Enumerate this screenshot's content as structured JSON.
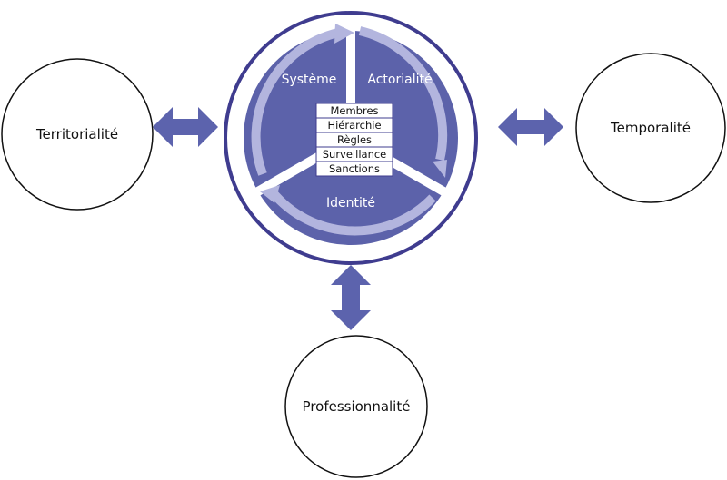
{
  "diagram": {
    "center": {
      "sectors": {
        "left": "Système",
        "right": "Actorialité",
        "bottom": "Identité"
      },
      "components": [
        "Membres",
        "Hiérarchie",
        "Règles",
        "Surveillance",
        "Sanctions"
      ]
    },
    "satellites": {
      "left": "Territorialité",
      "right": "Temporalité",
      "bottom": "Professionnalité"
    },
    "colors": {
      "ring": "#3f3c8f",
      "sector_fill": "#5c62aa",
      "cycle_arrow": "#b3b5de",
      "connector_arrow": "#5c63ad",
      "satellite_stroke": "#111111",
      "box_border": "#3f3c8f"
    }
  }
}
